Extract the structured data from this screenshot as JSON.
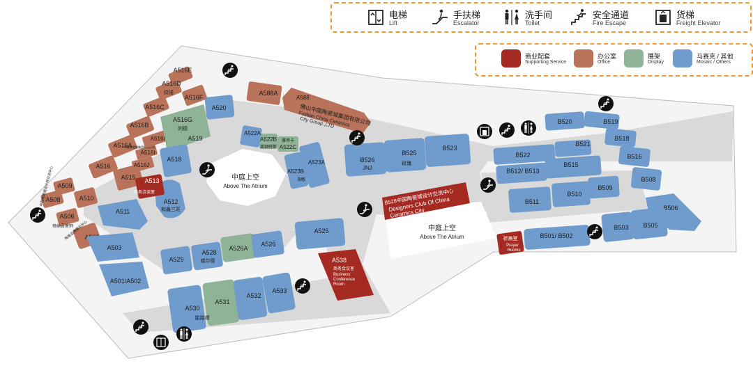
{
  "legend": {
    "items": [
      {
        "cn": "电梯",
        "en": "Lift",
        "icon": "lift-icon"
      },
      {
        "cn": "手扶梯",
        "en": "Escalator",
        "icon": "escalator-icon"
      },
      {
        "cn": "洗手间",
        "en": "Toilet",
        "icon": "toilet-icon"
      },
      {
        "cn": "安全通道",
        "en": "Fire Escape",
        "icon": "fire-escape-icon"
      },
      {
        "cn": "货梯",
        "en": "Freight Elevator",
        "icon": "freight-elevator-icon"
      }
    ],
    "categories": [
      {
        "cn": "商业配套",
        "en": "Supporting Service",
        "color": "#a52a21"
      },
      {
        "cn": "办公室",
        "en": "Office",
        "color": "#b8735a"
      },
      {
        "cn": "展架",
        "en": "Display",
        "color": "#8fb397"
      },
      {
        "cn": "马赛克 / 其他",
        "en": "Mosaic / Others",
        "color": "#6f9ccc"
      }
    ]
  },
  "atrium_left": {
    "cn": "中庭上空",
    "en": "Above The Atrium"
  },
  "atrium_right": {
    "cn": "中庭上空",
    "en": "Above The Atrium"
  },
  "units": {
    "A516E": "A516E",
    "A516D": "A516D",
    "A516D_cn": "纹诺",
    "A516C": "A516C",
    "A516B": "A516B",
    "A516A": "A516A",
    "A516": "A516",
    "A515": "A515",
    "A516I": "A516I",
    "A516J": "A516J",
    "A516H": "A516H",
    "A516G": "A516G",
    "A516G_cn": "列德",
    "A516F": "A516F",
    "A520": "A520",
    "A519": "A519",
    "A518": "A518",
    "A513": "A513",
    "A513_cn": "商务洽谈室",
    "A512": "A512",
    "A512_cn": "和鑫三旺",
    "A511": "A511",
    "A510": "A510",
    "A509": "A509",
    "A508": "A508",
    "A506": "A506",
    "A506_cn": "帝纳吾景轩",
    "A505": "A505",
    "A503": "A503",
    "A501_A502": "A501/A502",
    "A588A": "A588A",
    "A588": "A588",
    "A588_cn": "佛山中国陶瓷城集团有限公司",
    "A588_en1": "Foshan China Ceramics",
    "A588_en2": "City Group.,LTD",
    "A522A": "A522A",
    "A522B": "A522B",
    "A522B_cn": "莱顿特斯",
    "A522C": "A522C",
    "A522C_cn": "雅帝卡",
    "A523A": "A523A",
    "A523B": "A523B",
    "A523B_cn": "海敏",
    "A525": "A525",
    "A526": "A526",
    "A526A": "A526A",
    "A528": "A528",
    "A528_cn": "威尔德",
    "A529": "A529",
    "A530": "A530",
    "A530_cn": "路路顺",
    "A531": "A531",
    "A532": "A532",
    "A533": "A533",
    "A538": "A538",
    "A538_cn": "商务会议室",
    "A538_en1": "Business",
    "A538_en2": "Conference",
    "A538_en3": "Room",
    "B526": "B526",
    "B526_en": "JNJ",
    "B525": "B525",
    "B525_cn": "玫瑰",
    "B523": "B523",
    "B528": "B528中国陶瓷城设计交流中心",
    "B528_en1": "Designers Club Of China",
    "B528_en2": "Ceramics City",
    "B520": "B520",
    "B519": "B519",
    "B518": "B518",
    "B516": "B516",
    "B522": "B522",
    "B521": "B521",
    "B512_B513": "B512/ B513",
    "B515": "B515",
    "B508": "B508",
    "B511": "B511",
    "B510": "B510",
    "B509": "B509",
    "B506": "B506",
    "B505": "B505",
    "B503": "B503",
    "B501_B502": "B501/ B502",
    "prayer_cn": "祈祷室",
    "prayer_en1": "Prayer",
    "prayer_en2": "Rooms"
  },
  "small_texts": {
    "A508_cn": "中国陶瓷城设计师交流中心",
    "A505_cn": "陶瓷品牌展示中心",
    "A516I_cn": "中国陶瓷城集团有限公司"
  }
}
